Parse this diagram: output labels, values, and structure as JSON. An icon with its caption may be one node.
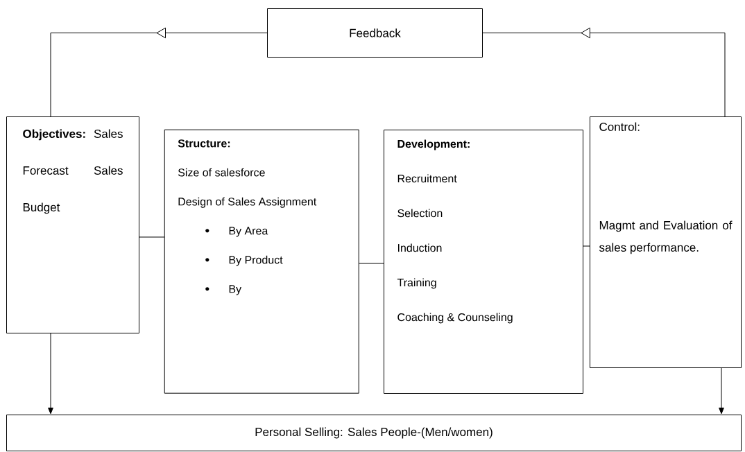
{
  "diagram": {
    "nodes": [
      {
        "text": [
          "Feedback"
        ]
      },
      {
        "text": [
          "**Objectives:** Sales Forecast Sales Budget"
        ]
      },
      {
        "text": [
          "Structure:",
          "Size of salesforce",
          "Design of Sales Assignment",
          "By Area",
          "By Product",
          "By"
        ]
      },
      {
        "text": [
          "Development:",
          "Recruitment",
          "Selection",
          "Induction",
          "Training",
          "Coaching & Counseling"
        ]
      },
      {
        "text": [
          "Control:",
          "Magmt and Evaluation of sales performance."
        ]
      },
      {
        "text": [
          "Personal Selling: Sales People-(Men/women)"
        ]
      }
    ],
    "edges": [
      {
        "from": 0,
        "to": 1,
        "arrow": "to"
      },
      {
        "from": 4,
        "to": 0,
        "arrow": "to"
      },
      {
        "from": 1,
        "to": 2,
        "arrow": "none"
      },
      {
        "from": 2,
        "to": 3,
        "arrow": "none"
      },
      {
        "from": 3,
        "to": 4,
        "arrow": "none"
      },
      {
        "from": 1,
        "to": 5,
        "arrow": "to"
      },
      {
        "from": 4,
        "to": 5,
        "arrow": "to"
      }
    ]
  }
}
